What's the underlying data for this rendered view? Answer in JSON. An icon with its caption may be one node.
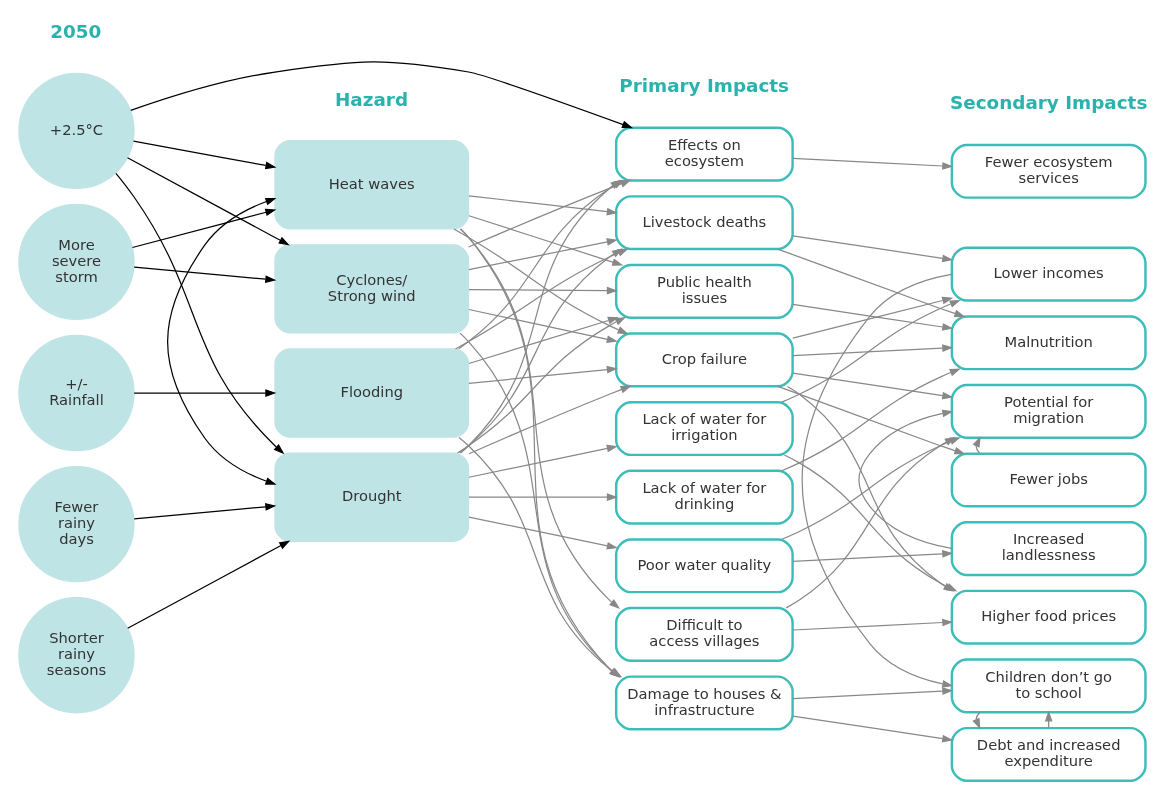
{
  "diagram": {
    "nodes": [
      {
        "text": [
          "+2.5°C"
        ]
      },
      {
        "text": [
          "More severe storm"
        ]
      },
      {
        "text": [
          "+/- Rainfall"
        ]
      },
      {
        "text": [
          "Fewer rainy days"
        ]
      },
      {
        "text": [
          "Shorter rainy seasons"
        ]
      },
      {
        "text": [
          "Heat waves"
        ]
      },
      {
        "text": [
          "Cyclones/ Strong wind"
        ]
      },
      {
        "text": [
          "Flooding"
        ]
      },
      {
        "text": [
          "Drought"
        ]
      },
      {
        "text": [
          "Effects on ecosystem"
        ]
      },
      {
        "text": [
          "Livestock deaths"
        ]
      },
      {
        "text": [
          "Public health issues"
        ]
      },
      {
        "text": [
          "Crop failure"
        ]
      },
      {
        "text": [
          "Lack of water for irrigation"
        ]
      },
      {
        "text": [
          "Lack of water for drinking"
        ]
      },
      {
        "text": [
          "Poor water quality"
        ]
      },
      {
        "text": [
          "Difficult to access villages"
        ]
      },
      {
        "text": [
          "Damage to houses & infrastructure"
        ]
      },
      {
        "text": [
          "Fewer ecosystem services"
        ]
      },
      {
        "text": [
          "Lower incomes"
        ]
      },
      {
        "text": [
          "Malnutrition"
        ]
      },
      {
        "text": [
          "Potential for migration"
        ]
      },
      {
        "text": [
          "Fewer jobs"
        ]
      },
      {
        "text": [
          "Increased landlessness"
        ]
      },
      {
        "text": [
          "Higher food prices"
        ]
      },
      {
        "text": [
          "Children don’t go to school"
        ]
      },
      {
        "text": [
          "Debt and increased expenditure"
        ]
      }
    ],
    "edges": [
      {
        "from": 0,
        "to": 9,
        "arrow": "to",
        "color": "#000000"
      },
      {
        "from": 0,
        "to": 5,
        "arrow": "to",
        "color": "#000000"
      },
      {
        "from": 0,
        "to": 6,
        "arrow": "to",
        "color": "#000000"
      },
      {
        "from": 0,
        "to": 8,
        "arrow": "to",
        "color": "#000000"
      },
      {
        "from": 1,
        "to": 5,
        "arrow": "to",
        "color": "#000000"
      },
      {
        "from": 1,
        "to": 6,
        "arrow": "to",
        "color": "#000000"
      },
      {
        "from": 5,
        "to": 8,
        "arrow": "both",
        "color": "#000000"
      },
      {
        "from": 2,
        "to": 7,
        "arrow": "to",
        "color": "#000000"
      },
      {
        "from": 3,
        "to": 8,
        "arrow": "to",
        "color": "#000000"
      },
      {
        "from": 4,
        "to": 8,
        "arrow": "to",
        "color": "#000000"
      },
      {
        "from": 5,
        "to": 10,
        "arrow": "to"
      },
      {
        "from": 5,
        "to": 11,
        "arrow": "to"
      },
      {
        "from": 5,
        "to": 12,
        "arrow": "to"
      },
      {
        "from": 5,
        "to": 16,
        "arrow": "to"
      },
      {
        "from": 5,
        "to": 17,
        "arrow": "to"
      },
      {
        "from": 6,
        "to": 9,
        "arrow": "to"
      },
      {
        "from": 6,
        "to": 10,
        "arrow": "to"
      },
      {
        "from": 6,
        "to": 11,
        "arrow": "to"
      },
      {
        "from": 6,
        "to": 12,
        "arrow": "to"
      },
      {
        "from": 6,
        "to": 17,
        "arrow": "to"
      },
      {
        "from": 7,
        "to": 9,
        "arrow": "to"
      },
      {
        "from": 7,
        "to": 10,
        "arrow": "to"
      },
      {
        "from": 7,
        "to": 11,
        "arrow": "to"
      },
      {
        "from": 7,
        "to": 12,
        "arrow": "to"
      },
      {
        "from": 7,
        "to": 17,
        "arrow": "to"
      },
      {
        "from": 8,
        "to": 9,
        "arrow": "to"
      },
      {
        "from": 8,
        "to": 10,
        "arrow": "to"
      },
      {
        "from": 8,
        "to": 11,
        "arrow": "to"
      },
      {
        "from": 8,
        "to": 12,
        "arrow": "to"
      },
      {
        "from": 8,
        "to": 13,
        "arrow": "to"
      },
      {
        "from": 8,
        "to": 14,
        "arrow": "to"
      },
      {
        "from": 8,
        "to": 15,
        "arrow": "to"
      },
      {
        "from": 9,
        "to": 18,
        "arrow": "to"
      },
      {
        "from": 10,
        "to": 19,
        "arrow": "to"
      },
      {
        "from": 10,
        "to": 20,
        "arrow": "to"
      },
      {
        "from": 11,
        "to": 20,
        "arrow": "to"
      },
      {
        "from": 12,
        "to": 19,
        "arrow": "to"
      },
      {
        "from": 12,
        "to": 20,
        "arrow": "to"
      },
      {
        "from": 12,
        "to": 21,
        "arrow": "to"
      },
      {
        "from": 12,
        "to": 22,
        "arrow": "to"
      },
      {
        "from": 12,
        "to": 24,
        "arrow": "to"
      },
      {
        "from": 13,
        "to": 19,
        "arrow": "to"
      },
      {
        "from": 13,
        "to": 24,
        "arrow": "to"
      },
      {
        "from": 14,
        "to": 20,
        "arrow": "to"
      },
      {
        "from": 15,
        "to": 21,
        "arrow": "to"
      },
      {
        "from": 15,
        "to": 23,
        "arrow": "to"
      },
      {
        "from": 16,
        "to": 21,
        "arrow": "to"
      },
      {
        "from": 16,
        "to": 24,
        "arrow": "to"
      },
      {
        "from": 17,
        "to": 25,
        "arrow": "to"
      },
      {
        "from": 17,
        "to": 26,
        "arrow": "to"
      },
      {
        "from": 22,
        "to": 21,
        "arrow": "to"
      },
      {
        "from": 23,
        "to": 21,
        "arrow": "to"
      },
      {
        "from": 19,
        "to": 25,
        "arrow": "to"
      },
      {
        "from": 26,
        "to": 25,
        "arrow": "to"
      },
      {
        "from": 25,
        "to": 26,
        "arrow": "to"
      }
    ],
    "labels": [
      "2050",
      "Hazard",
      "Primary Impacts",
      "Secondary Impacts"
    ]
  }
}
